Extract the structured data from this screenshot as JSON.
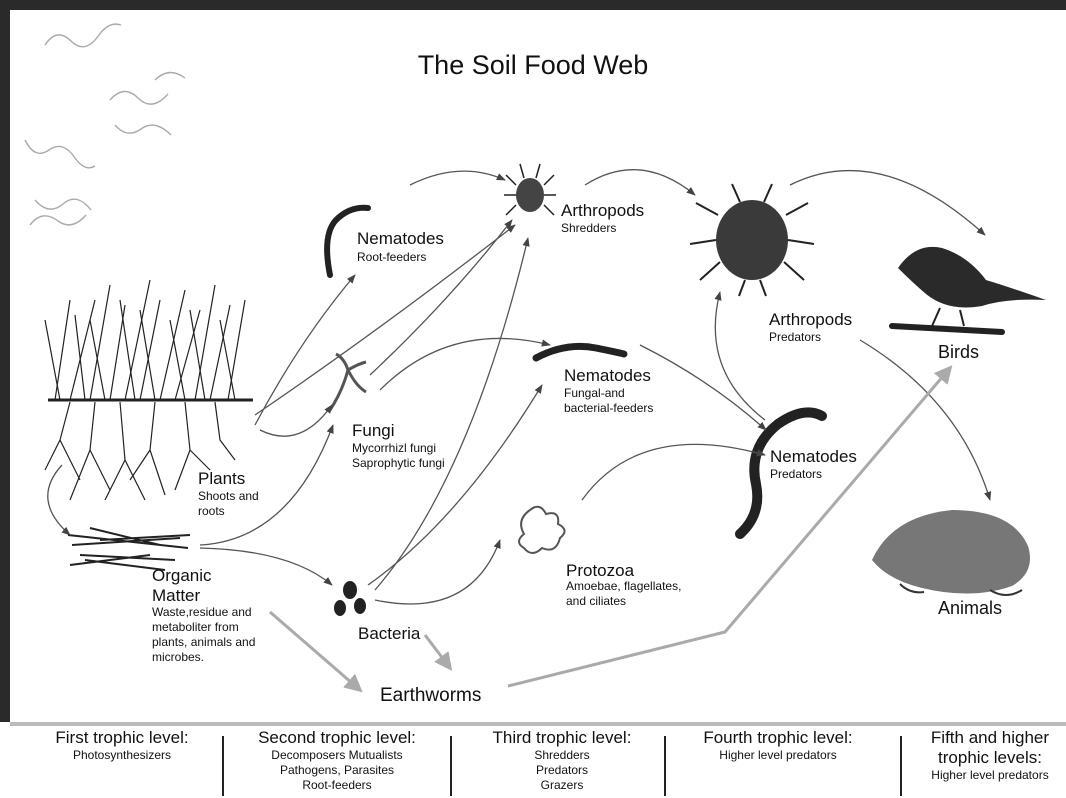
{
  "title": "The Soil Food Web",
  "nodes": {
    "nematodes_root": {
      "name": "Nematodes",
      "desc": "Root-feeders"
    },
    "arthropods_shredders": {
      "name": "Arthropods",
      "desc": "Shredders"
    },
    "arthropods_predators": {
      "name": "Arthropods",
      "desc": "Predators"
    },
    "birds": {
      "name": "Birds"
    },
    "nematodes_fungal": {
      "name": "Nematodes",
      "desc1": "Fungal-and",
      "desc2": "bacterial-feeders"
    },
    "fungi": {
      "name": "Fungi",
      "desc1": "Mycorrhizl fungi",
      "desc2": "Saprophytic fungi"
    },
    "nematodes_predators": {
      "name": "Nematodes",
      "desc": "Predators"
    },
    "plants": {
      "name": "Plants",
      "desc1": "Shoots and",
      "desc2": "roots"
    },
    "protozoa": {
      "name": "Protozoa",
      "desc1": "Amoebae, flagellates,",
      "desc2": "and ciliates"
    },
    "organic_matter": {
      "name1": "Organic",
      "name2": "Matter",
      "desc1": "Waste,residue and",
      "desc2": "metaboliter from",
      "desc3": "plants, animals and",
      "desc4": "microbes."
    },
    "animals": {
      "name": "Animals"
    },
    "bacteria": {
      "name": "Bacteria"
    },
    "earthworms": {
      "name": "Earthworms"
    }
  },
  "trophic_levels": [
    {
      "title": "First trophic level:",
      "lines": [
        "Photosynthesizers"
      ]
    },
    {
      "title": "Second trophic level:",
      "lines": [
        "Decomposers Mutualists",
        "Pathogens, Parasites",
        "Root-feeders"
      ]
    },
    {
      "title": "Third trophic level:",
      "lines": [
        "Shredders",
        "Predators",
        "Grazers"
      ]
    },
    {
      "title": "Fourth trophic level:",
      "lines": [
        "Higher level predators"
      ]
    },
    {
      "title": "Fifth and higher",
      "title2": "trophic levels:",
      "lines": [
        "Higher level predators"
      ]
    }
  ]
}
